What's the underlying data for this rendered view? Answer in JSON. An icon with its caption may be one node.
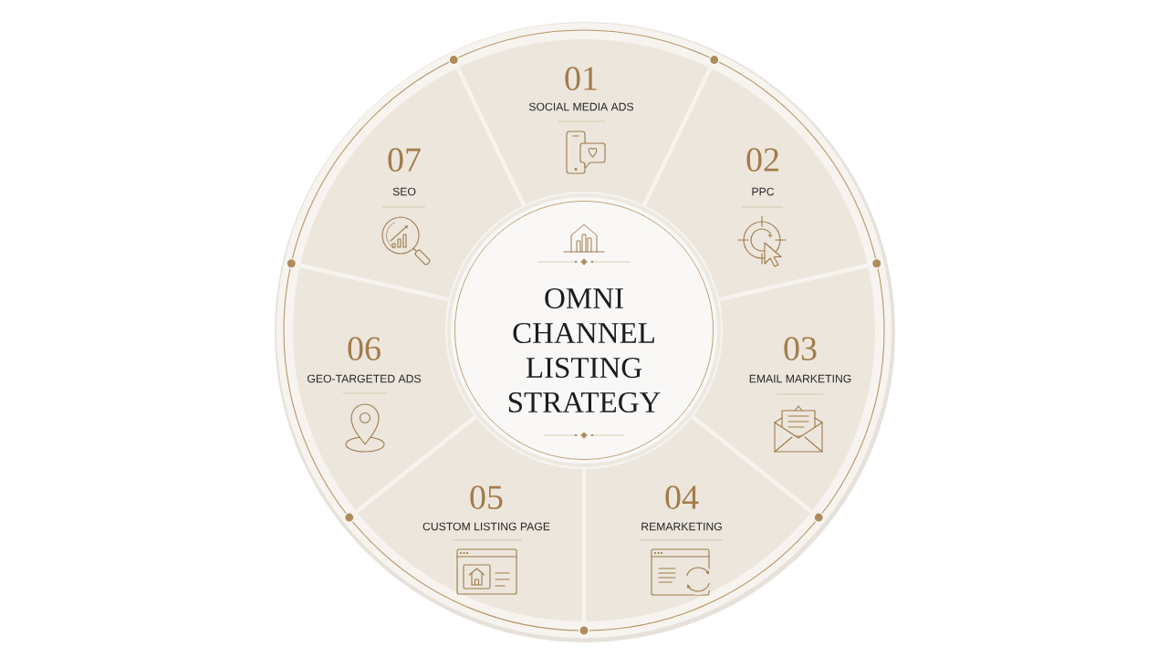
{
  "diagram": {
    "nodes": [
      {
        "text": [
          "OMNI CHANNEL LISTING STRATEGY"
        ]
      },
      {
        "text": [
          "01",
          "SOCIAL MEDIA ADS"
        ]
      },
      {
        "text": [
          "02",
          "PPC"
        ]
      },
      {
        "text": [
          "03",
          "EMAIL MARKETING"
        ]
      },
      {
        "text": [
          "04",
          "REMARKETING"
        ]
      },
      {
        "text": [
          "05",
          "CUSTOM LISTING PAGE"
        ]
      },
      {
        "text": [
          "06",
          "GEO-TARGETED ADS"
        ]
      },
      {
        "text": [
          "07",
          "SEO"
        ]
      }
    ]
  }
}
